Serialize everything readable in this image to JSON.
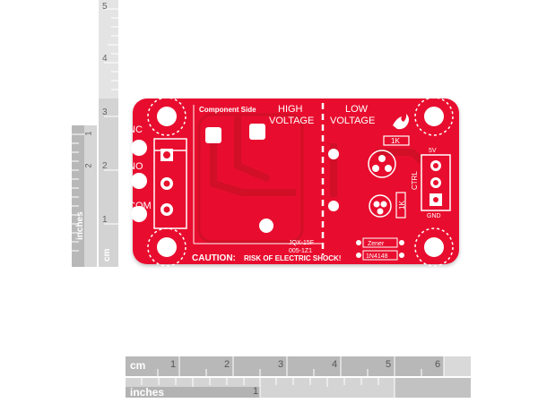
{
  "rulers": {
    "vertical_inches": {
      "unit": "inches",
      "labels": [
        "1",
        "2"
      ]
    },
    "vertical_cm": {
      "unit": "cm",
      "labels": [
        "1",
        "2",
        "3",
        "4",
        "5"
      ]
    },
    "horizontal_cm": {
      "unit": "cm",
      "labels": [
        "1",
        "2",
        "3",
        "4",
        "5",
        "6"
      ]
    },
    "horizontal_inches": {
      "unit": "inches",
      "labels": [
        "1"
      ]
    }
  },
  "board": {
    "color": "#e8112d",
    "component_side_label": "Component Side",
    "high_voltage_label_1": "HIGH",
    "high_voltage_label_2": "VOLTAGE",
    "low_voltage_label_1": "LOW",
    "low_voltage_label_2": "VOLTAGE",
    "nc_label": "NC",
    "no_label": "NO",
    "com_label": "COM",
    "relay_part_1": "JQX-15F",
    "relay_part_2": "005-1Z1",
    "caution_label": "CAUTION:",
    "caution_text": "RISK OF ELECTRIC SHOCK!",
    "resistor_label_1": "1K",
    "resistor_label_2": "1K",
    "ctrl_label": "CTRL",
    "five_v_label": "5V",
    "gnd_label": "GND",
    "zener_label": "Zener",
    "diode_label": "1N4148"
  }
}
